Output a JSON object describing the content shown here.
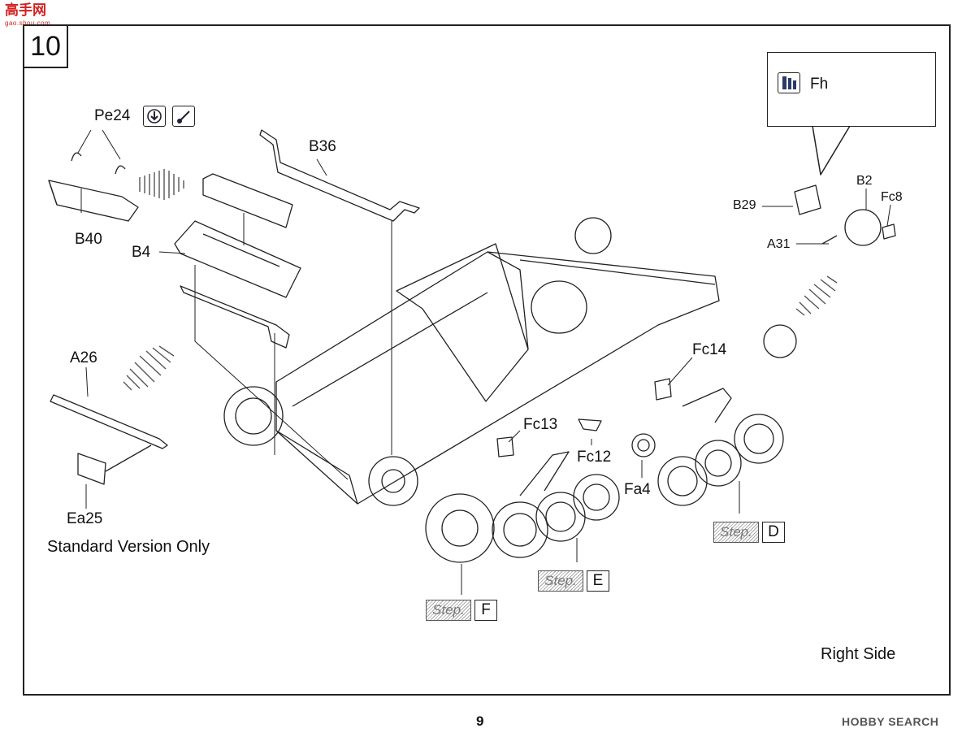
{
  "watermark": {
    "text": "高手网",
    "sub": "gao.shou.com"
  },
  "step": {
    "number": "10"
  },
  "labels": {
    "pe24": "Pe24",
    "b40": "B40",
    "b36": "B36",
    "b4": "B4",
    "a26": "A26",
    "ea25": "Ea25",
    "fc14": "Fc14",
    "fc13": "Fc13",
    "fc12": "Fc12",
    "fa4": "Fa4",
    "b2": "B2",
    "fc8": "Fc8",
    "b29": "B29",
    "a31": "A31"
  },
  "callout": {
    "part": "Fh"
  },
  "notes": {
    "standard_version": "Standard Version Only",
    "right_side": "Right Side"
  },
  "step_refs": [
    {
      "word": "Step.",
      "letter": "D"
    },
    {
      "word": "Step.",
      "letter": "E"
    },
    {
      "word": "Step.",
      "letter": "F"
    }
  ],
  "footer": {
    "page": "9",
    "brand": "HOBBY SEARCH"
  },
  "icons": [
    "fold-down-icon",
    "bend-icon",
    "paint-icon"
  ],
  "colors": {
    "line": "#222222",
    "watermark": "#d42020"
  }
}
